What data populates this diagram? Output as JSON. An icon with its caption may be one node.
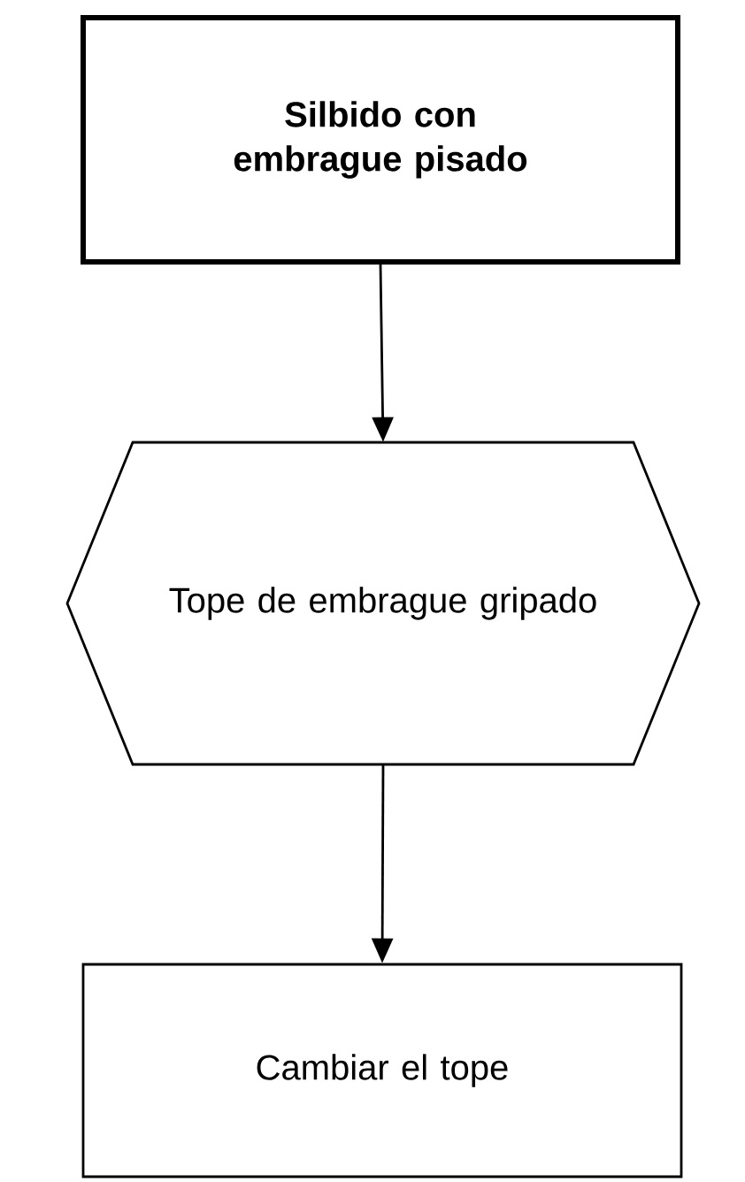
{
  "diagram": {
    "nodes": [
      {
        "text": [
          "Silbido con embrague pisado"
        ]
      },
      {
        "text": [
          "Tope de embrague gripado"
        ]
      },
      {
        "text": [
          "Cambiar el tope"
        ]
      }
    ],
    "edges": [
      {
        "from": 0,
        "to": 1,
        "arrow": "to"
      },
      {
        "from": 1,
        "to": 2,
        "arrow": "to"
      }
    ]
  }
}
